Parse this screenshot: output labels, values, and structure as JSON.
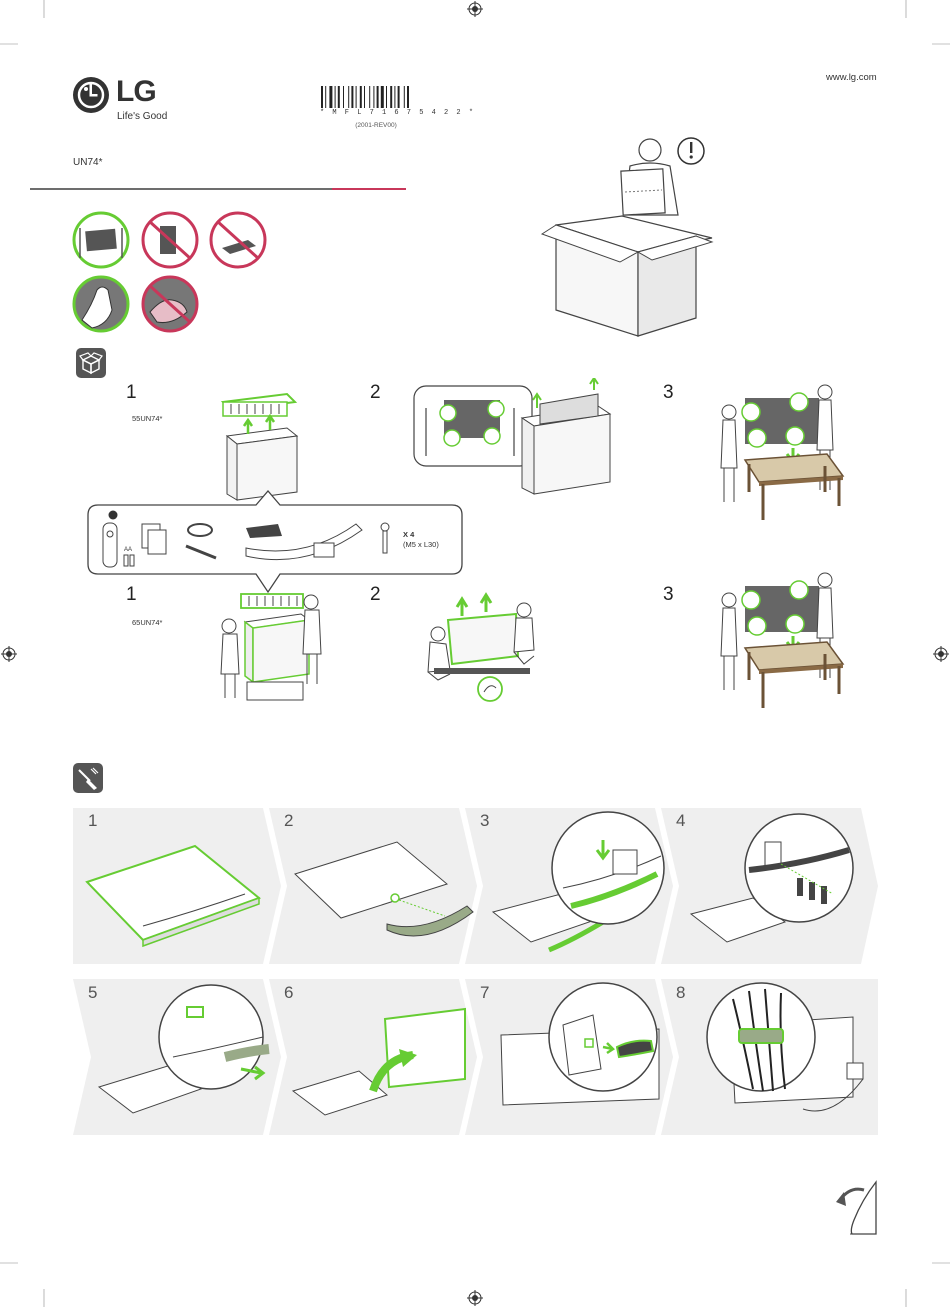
{
  "header": {
    "brand": "LG",
    "tagline": "Life's Good",
    "model": "UN74*",
    "website": "www.lg.com",
    "barcode_text": "* M F L 7 1 6 7 5 4 2 2 *",
    "revision": "(2001-REV00)"
  },
  "unpacking": {
    "size_a_label": "55UN74*",
    "size_b_label": "65UN74*",
    "steps_a": [
      "1",
      "2",
      "3"
    ],
    "steps_b": [
      "1",
      "2",
      "3"
    ],
    "accessories": {
      "screw_count": "X 4",
      "screw_spec": "(M5 x L30)",
      "battery_label": "AA"
    }
  },
  "assembly": {
    "steps_row1": [
      "1",
      "2",
      "3",
      "4"
    ],
    "steps_row2": [
      "5",
      "6",
      "7",
      "8"
    ]
  },
  "colors": {
    "accent_green": "#66cc33",
    "forbid_red": "#c8375a",
    "rule_gray": "#6d6d6d",
    "rule_red": "#c8375a",
    "strip_gray": "#efefef"
  },
  "icons": [
    "lg-logo-icon",
    "warning-icon",
    "box-icon",
    "screwdriver-icon",
    "page-turn-icon",
    "registration-mark-icon"
  ]
}
